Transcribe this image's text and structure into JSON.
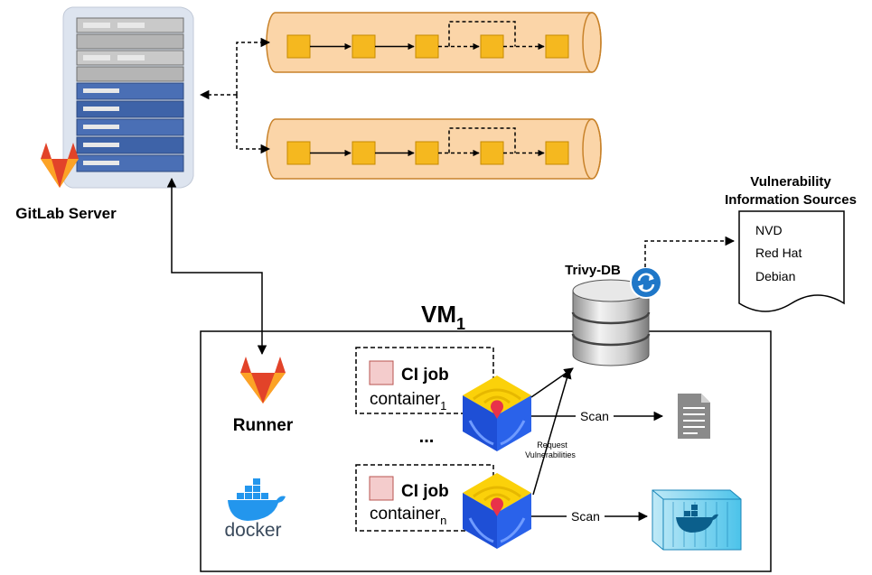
{
  "gitlab_server": {
    "label": "GitLab Server"
  },
  "runner": {
    "label": "Runner"
  },
  "vm": {
    "label": "VM",
    "subscript": "1"
  },
  "trivy": {
    "label": "Trivy-DB"
  },
  "vuln_sources": {
    "title_line1": "Vulnerability",
    "title_line2": "Information Sources",
    "items": [
      "NVD",
      "Red Hat",
      "Debian"
    ]
  },
  "jobs": [
    {
      "title": "CI job",
      "container": "container",
      "subscript": "1"
    },
    {
      "title": "CI job",
      "container": "container",
      "subscript": "n"
    }
  ],
  "ellipsis": "...",
  "scan_labels": [
    "Scan",
    "Scan"
  ],
  "request_label": {
    "line1": "Request",
    "line2": "Vulnerabilities"
  },
  "docker_label": "docker",
  "colors": {
    "pipeline_fill": "#fbd5a8",
    "pipeline_stroke": "#c8822a",
    "stage_fill": "#f5b81f",
    "stage_stroke": "#c68a00",
    "gitlab_orange": "#fc6d26",
    "docker_blue": "#2396ed",
    "trivy_yellow": "#fbd10a",
    "trivy_blue": "#1e4fd6"
  }
}
